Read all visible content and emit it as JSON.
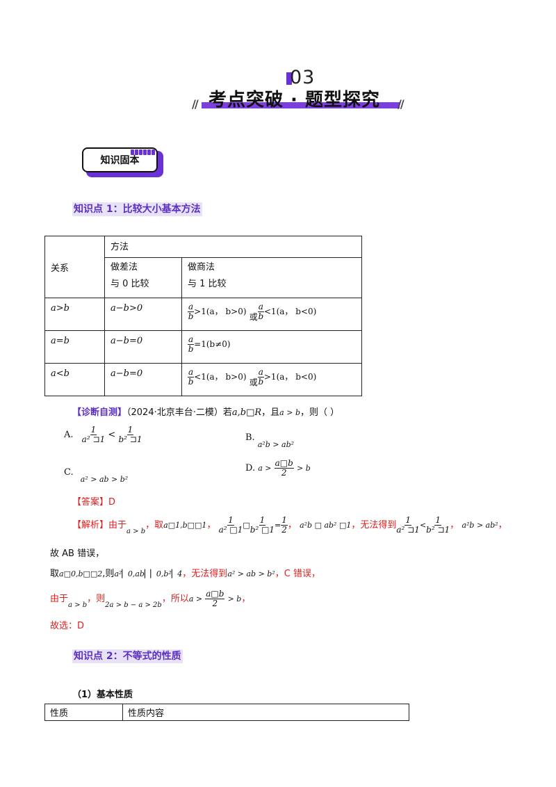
{
  "banner": {
    "number": "03",
    "title": "考点突破 · 题型探究",
    "slash": "//"
  },
  "badge": {
    "label": "知识固本"
  },
  "kp1": {
    "title": "知识点 1：比较大小基本方法"
  },
  "table1": {
    "h_relation": "关系",
    "h_method": "方法",
    "h_diff": "做差法",
    "h_diff_sub": "与 0 比较",
    "h_quot": "做商法",
    "h_quot_sub": "与 1 比较",
    "rows": [
      {
        "rel": "a>b",
        "diff": "a−b>0",
        "q1": ">1(a，  b>0)",
        "or": "或",
        "q2": "<1(a，  b<0)"
      },
      {
        "rel": "a=b",
        "diff": "a−b=0",
        "q1": "=1(b≠0)"
      },
      {
        "rel": "a<b",
        "diff": "a−b=0",
        "q1": "<1(a，  b>0)",
        "or": "或",
        "q2": ">1(a，  b<0)"
      }
    ]
  },
  "quiz": {
    "tag": "【诊断自测】",
    "stem": "（2024·北京丰台·二模）若",
    "stem_math": "a,b□R",
    "stem2": "，且",
    "stem_math2": "a > b",
    "stem3": "，则（      ）",
    "optA_label": "A.",
    "optA_rel": "<",
    "optA_num1": "1",
    "optA_den1": "a² ⊐1",
    "optA_num2": "1",
    "optA_den2": "b² ⊐1",
    "optB_label": "B.",
    "optB_text": "a²b > ab²",
    "optC_label": "C.",
    "optC_text": "a² > ab > b²",
    "optD_label": "D.",
    "optD_pre": "a >",
    "optD_num": "a□b",
    "optD_den": "2",
    "optD_post": "> b"
  },
  "answer": {
    "label": "【答案】",
    "value": "D"
  },
  "analysis": {
    "label": "【解析】",
    "l1_a": "由于",
    "l1_m1": "a > b",
    "l1_b": "，取",
    "l1_m2": "a□1,b□□1",
    "l1_c": "，",
    "l1_f1n": "1",
    "l1_f1d": "a² □1",
    "l1_op": "□",
    "l1_f2n": "1",
    "l1_f2d": "b² □1",
    "l1_eq": "=",
    "l1_f3n": "1",
    "l1_f3d": "2",
    "l1_d": "，",
    "l1_m3": "a²b □ ab² □1",
    "l1_e": "，无法得到",
    "l1_f4n": "1",
    "l1_f4d": "a² ⊐1",
    "l1_lt": "<",
    "l1_f5n": "1",
    "l1_f5d": "b² ⊐1",
    "l1_f": "，",
    "l1_m4": "a²b > ab²",
    "l1_g": "，",
    "l2": "故 AB 错误，",
    "l3_a": "取",
    "l3_m1": "a□0,b□□2",
    "l3_b": ",则",
    "l3_m2": "a²▏0,ab▏▏0,b²▏4",
    "l3_c": "，无法得到",
    "l3_m3": "a² > ab > b²",
    "l3_d": "，C 错误，",
    "l4_a": "由于",
    "l4_m1": "a > b",
    "l4_b": "，则",
    "l4_m2": "2a > b − a > 2b",
    "l4_c": "，所以",
    "l4_m3": "a >",
    "l4_fn": "a□b",
    "l4_fd": "2",
    "l4_m4": "> b",
    "l4_d": "，",
    "l5": "故选：D"
  },
  "kp2": {
    "title": "知识点 2：不等式的性质"
  },
  "sub1": {
    "title": "（1）基本性质"
  },
  "table2": {
    "c1": "性质",
    "c2": "性质内容"
  },
  "colors": {
    "accent": "#7b3fe0",
    "answer": "#e02020",
    "heading_bg": "#e8e2f7"
  }
}
